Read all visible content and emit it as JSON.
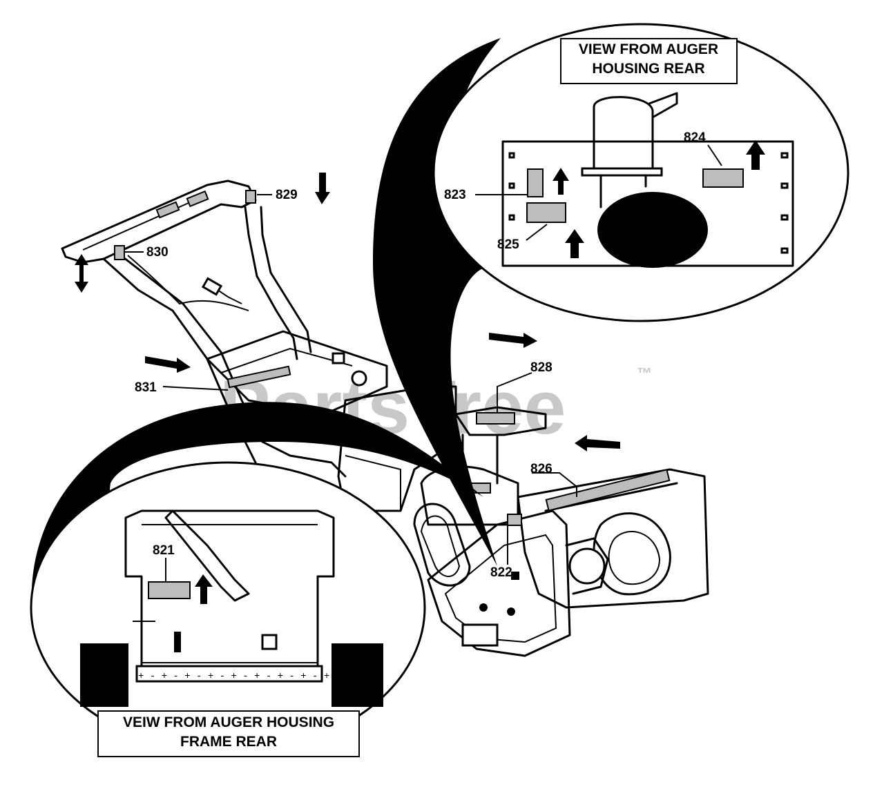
{
  "diagram": {
    "watermark": {
      "brand": "PartsTree",
      "trademark": "™"
    },
    "inset_rear": {
      "caption_line1": "VIEW FROM AUGER",
      "caption_line2": "HOUSING REAR"
    },
    "inset_frame": {
      "caption_line1": "VEIW FROM AUGER HOUSING",
      "caption_line2": "FRAME REAR"
    },
    "part_labels": {
      "p821": "821",
      "p822": "822",
      "p823": "823",
      "p824": "824",
      "p825": "825",
      "p826": "826",
      "p828": "828",
      "p829": "829",
      "p830": "830",
      "p831": "831"
    }
  }
}
